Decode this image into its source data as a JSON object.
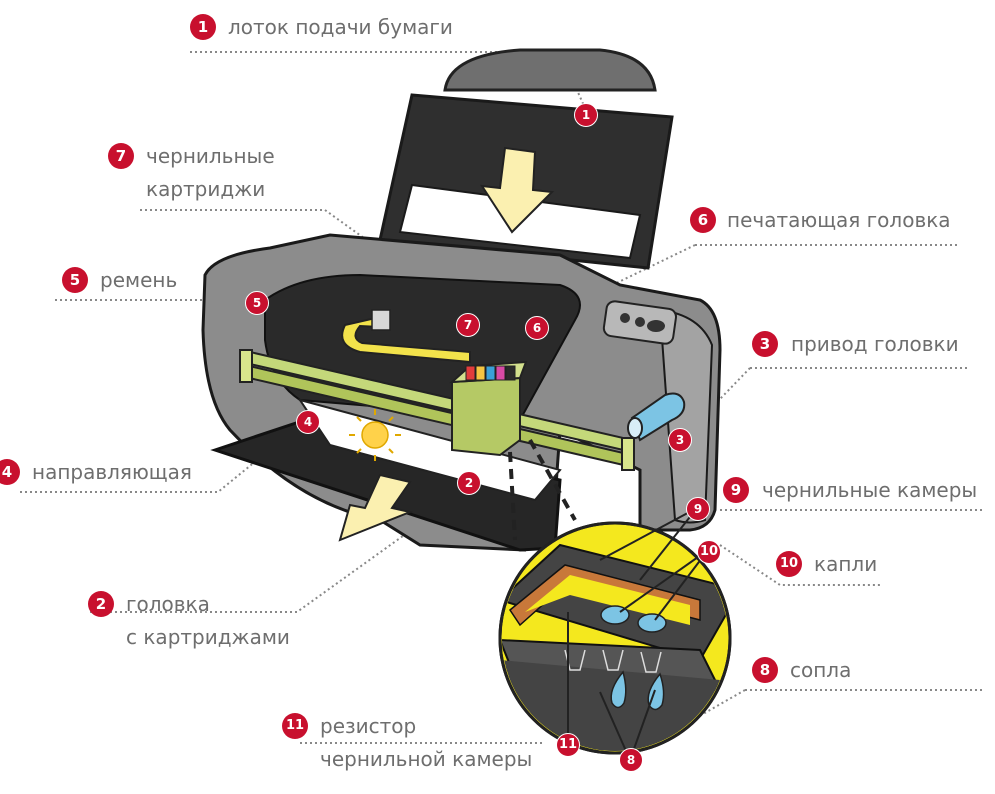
{
  "callouts": [
    {
      "num": "1",
      "lines": [
        "лоток подачи бумаги"
      ]
    },
    {
      "num": "2",
      "lines": [
        "головка",
        "с картриджами"
      ]
    },
    {
      "num": "3",
      "lines": [
        "привод головки"
      ]
    },
    {
      "num": "4",
      "lines": [
        "направляющая"
      ]
    },
    {
      "num": "5",
      "lines": [
        "ремень"
      ]
    },
    {
      "num": "6",
      "lines": [
        "печатающая головка"
      ]
    },
    {
      "num": "7",
      "lines": [
        "чернильные",
        "картриджи"
      ]
    },
    {
      "num": "8",
      "lines": [
        "сопла"
      ]
    },
    {
      "num": "9",
      "lines": [
        "чернильные камеры"
      ]
    },
    {
      "num": "10",
      "lines": [
        "капли"
      ]
    },
    {
      "num": "11",
      "lines": [
        "резистор",
        "чернильной камеры"
      ]
    }
  ],
  "colors": {
    "badge": "#c8102e",
    "label_text": "#6e6e6e",
    "printer_body": "#8c8c8c",
    "printer_dark": "#2f2f2f",
    "paper_arrow": "#fbf0b0",
    "carriage": "#b5c965",
    "rail": "#c4d87a",
    "zoom_background": "#f4e81e",
    "ink_drop": "#7cc4e4",
    "resistor": "#c8783a"
  }
}
